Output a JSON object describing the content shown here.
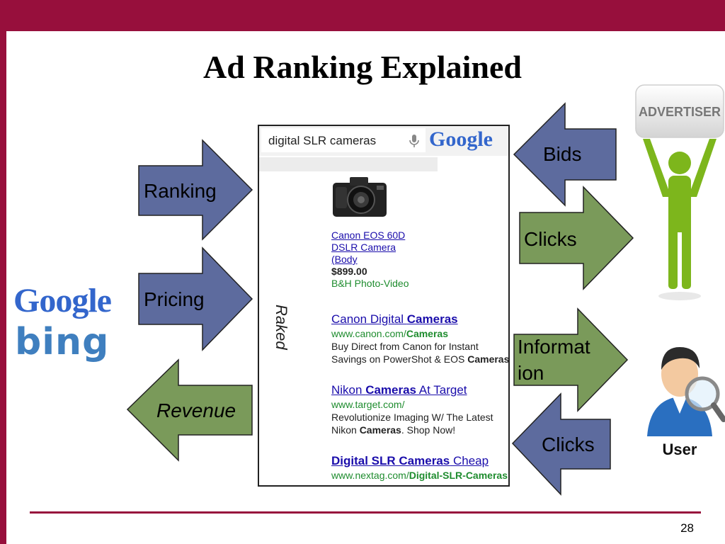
{
  "slide": {
    "title": "Ad Ranking Explained",
    "page_number": "28"
  },
  "colors": {
    "frame": "#970f3c",
    "blue_arrow": "#5d6b9e",
    "green_arrow": "#7a9a5a",
    "pink_arrow": "#e9a0a0"
  },
  "left_arrows": {
    "ranking": "Ranking",
    "pricing": "Pricing",
    "revenue": "Revenue"
  },
  "search_engines": {
    "google": "Google",
    "bing": "bing"
  },
  "serp": {
    "query": "digital SLR cameras",
    "logo": "Google",
    "raked_label": "Raked",
    "product": {
      "name_line1": "Canon EOS 60D",
      "name_line2": "DSLR Camera",
      "name_line3": "(Body",
      "price": "$899.00",
      "seller": "B&H Photo-Video"
    },
    "ads": [
      {
        "headline_a": "Canon Digital ",
        "headline_b": "Cameras",
        "url_a": "www.canon.com/",
        "url_b": "Cameras",
        "line1": "Buy Direct from Canon for Instant",
        "line2_a": "Savings on PowerShot & EOS ",
        "line2_b": "Cameras"
      },
      {
        "headline_a": "Nikon ",
        "headline_b": "Cameras",
        "headline_c": " At Target",
        "url": "www.target.com/",
        "line1": "Revolutionize Imaging W/ The Latest",
        "line2_a": "Nikon ",
        "line2_b": "Cameras",
        "line2_c": ". Shop Now!"
      },
      {
        "headline_a": "Digital SLR Cameras",
        "headline_b": " Cheap",
        "url_a": "www.nextag.com/",
        "url_b": "Digital-SLR-Cameras"
      }
    ]
  },
  "right_arrows": {
    "bids": "Bids",
    "clicks_top": "Clicks",
    "information_line1": "Informat",
    "information_line2": "ion",
    "clicks_bottom": "Clicks"
  },
  "actors": {
    "advertiser_sign": "ADVERTISER",
    "user": "User"
  }
}
